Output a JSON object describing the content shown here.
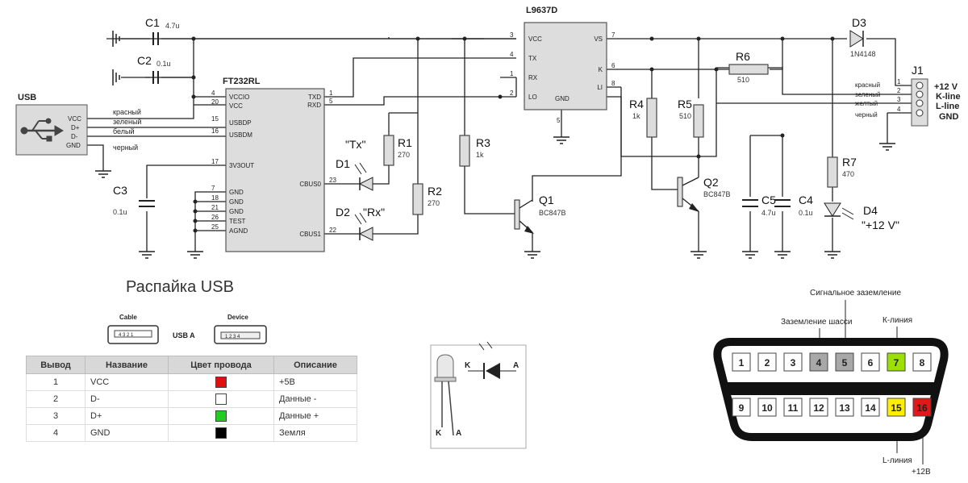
{
  "schematic": {
    "usb_label": "USB",
    "usb_pins": [
      "VCC",
      "D+",
      "D-",
      "GND"
    ],
    "wire_colors": [
      "красный",
      "зеленый",
      "белый",
      "черный"
    ],
    "ft232": {
      "name": "FT232RL",
      "left_pins": [
        {
          "num": "4",
          "name": "VCCIO"
        },
        {
          "num": "20",
          "name": "VCC"
        },
        {
          "num": "15",
          "name": "USBDP"
        },
        {
          "num": "16",
          "name": "USBDM"
        },
        {
          "num": "17",
          "name": "3V3OUT"
        },
        {
          "num": "7",
          "name": "GND"
        },
        {
          "num": "18",
          "name": "GND"
        },
        {
          "num": "21",
          "name": "GND"
        },
        {
          "num": "26",
          "name": "TEST"
        },
        {
          "num": "25",
          "name": "AGND"
        }
      ],
      "right_pins": [
        {
          "num": "1",
          "name": "TXD"
        },
        {
          "num": "5",
          "name": "RXD"
        },
        {
          "num": "23",
          "name": "CBUS0"
        },
        {
          "num": "22",
          "name": "CBUS1"
        }
      ]
    },
    "l9637": {
      "name": "L9637D",
      "left_pins": [
        {
          "num": "3",
          "name": "VCC"
        },
        {
          "num": "4",
          "name": "TX"
        },
        {
          "num": "1",
          "name": "RX"
        },
        {
          "num": "2",
          "name": "LO"
        }
      ],
      "right_pins": [
        {
          "num": "7",
          "name": "VS"
        },
        {
          "num": "6",
          "name": "K"
        },
        {
          "num": "8",
          "name": "LI"
        }
      ],
      "bottom_pin": "5",
      "gnd": "GND"
    },
    "C1": {
      "ref": "C1",
      "val": "4.7u"
    },
    "C2": {
      "ref": "C2",
      "val": "0.1u"
    },
    "C3": {
      "ref": "C3",
      "val": "0.1u"
    },
    "C4": {
      "ref": "C4",
      "val": "0.1u"
    },
    "C5": {
      "ref": "C5",
      "val": "4.7u"
    },
    "R1": {
      "ref": "R1",
      "val": "270"
    },
    "R2": {
      "ref": "R2",
      "val": "270"
    },
    "R3": {
      "ref": "R3",
      "val": "1k"
    },
    "R4": {
      "ref": "R4",
      "val": "1k"
    },
    "R5": {
      "ref": "R5",
      "val": "510"
    },
    "R6": {
      "ref": "R6",
      "val": "510"
    },
    "R7": {
      "ref": "R7",
      "val": "470"
    },
    "Q1": {
      "ref": "Q1",
      "val": "BC847B"
    },
    "Q2": {
      "ref": "Q2",
      "val": "BC847B"
    },
    "D1": {
      "ref": "D1",
      "note": "\"Tx\""
    },
    "D2": {
      "ref": "D2",
      "note": "\"Rx\""
    },
    "D3": {
      "ref": "D3",
      "val": "1N4148"
    },
    "D4": {
      "ref": "D4",
      "note": "\"+12 V\""
    },
    "J1": {
      "ref": "J1",
      "pins": [
        {
          "num": "1",
          "wire": "красный",
          "label": "+12 V"
        },
        {
          "num": "2",
          "wire": "зеленый",
          "label": "K-line"
        },
        {
          "num": "3",
          "wire": "желтый",
          "label": "L-line"
        },
        {
          "num": "4",
          "wire": "черный",
          "label": "GND"
        }
      ]
    }
  },
  "usb_pinout": {
    "title": "Распайка USB",
    "cable_label": "Cable",
    "device_label": "Device",
    "type_label": "USB A",
    "headers": [
      "Вывод",
      "Название",
      "Цвет провода",
      "Описание"
    ],
    "rows": [
      {
        "num": "1",
        "name": "VCC",
        "color": "#e01010",
        "desc": "+5В"
      },
      {
        "num": "2",
        "name": "D-",
        "color": "#ffffff",
        "desc": "Данные -"
      },
      {
        "num": "3",
        "name": "D+",
        "color": "#22cc22",
        "desc": "Данные +"
      },
      {
        "num": "4",
        "name": "GND",
        "color": "#000000",
        "desc": "Земля"
      }
    ]
  },
  "led_pinout": {
    "k": "K",
    "a": "A"
  },
  "obd": {
    "top_pins": [
      "1",
      "2",
      "3",
      "4",
      "5",
      "6",
      "7",
      "8"
    ],
    "bottom_pins": [
      "9",
      "10",
      "11",
      "12",
      "13",
      "14",
      "15",
      "16"
    ],
    "label_signal_ground": "Сигнальное заземление",
    "label_chassis_ground": "Заземление шасси",
    "label_k_line": "К-линия",
    "label_l_line": "L-линия",
    "label_plus12": "+12В",
    "colors": {
      "gray": "#a8a8a8",
      "green": "#9be000",
      "yellow": "#ffee00",
      "red": "#e01818"
    }
  }
}
